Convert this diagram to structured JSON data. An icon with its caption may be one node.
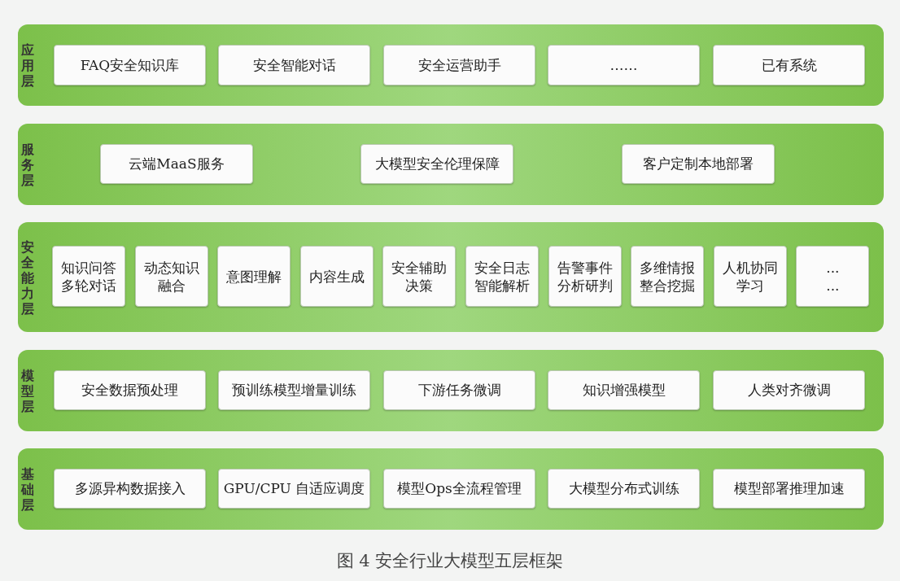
{
  "diagram": {
    "caption": "图 4 安全行业大模型五层框架",
    "nodes": [
      {
        "text": [
          "应用层"
        ]
      },
      {
        "text": [
          "FAQ安全知识库"
        ],
        "in": 0
      },
      {
        "text": [
          "安全智能对话"
        ],
        "in": 0
      },
      {
        "text": [
          "安全运营助手"
        ],
        "in": 0
      },
      {
        "text": [
          "……"
        ],
        "in": 0
      },
      {
        "text": [
          "已有系统"
        ],
        "in": 0
      },
      {
        "text": [
          "服务层"
        ]
      },
      {
        "text": [
          "云端MaaS服务"
        ],
        "in": 6
      },
      {
        "text": [
          "大模型安全伦理保障"
        ],
        "in": 6
      },
      {
        "text": [
          "客户定制本地部署"
        ],
        "in": 6
      },
      {
        "text": [
          "安全能力层"
        ]
      },
      {
        "text": [
          "知识问答多轮对话"
        ],
        "in": 10
      },
      {
        "text": [
          "动态知识融合"
        ],
        "in": 10
      },
      {
        "text": [
          "意图理解"
        ],
        "in": 10
      },
      {
        "text": [
          "内容生成"
        ],
        "in": 10
      },
      {
        "text": [
          "安全辅助决策"
        ],
        "in": 10
      },
      {
        "text": [
          "安全日志智能解析"
        ],
        "in": 10
      },
      {
        "text": [
          "告警事件分析研判"
        ],
        "in": 10
      },
      {
        "text": [
          "多维情报整合挖掘"
        ],
        "in": 10
      },
      {
        "text": [
          "人机协同学习"
        ],
        "in": 10
      },
      {
        "text": [
          "...",
          "..."
        ],
        "in": 10
      },
      {
        "text": [
          "模型层"
        ]
      },
      {
        "text": [
          "安全数据预处理"
        ],
        "in": 21
      },
      {
        "text": [
          "预训练模型增量训练"
        ],
        "in": 21
      },
      {
        "text": [
          "下游任务微调"
        ],
        "in": 21
      },
      {
        "text": [
          "知识增强模型"
        ],
        "in": 21
      },
      {
        "text": [
          "人类对齐微调"
        ],
        "in": 21
      },
      {
        "text": [
          "基础层"
        ]
      },
      {
        "text": [
          "多源异构数据接入"
        ],
        "in": 27
      },
      {
        "text": [
          "GPU/CPU 自适应调度"
        ],
        "in": 27
      },
      {
        "text": [
          "模型Ops全流程管理"
        ],
        "in": 27
      },
      {
        "text": [
          "大模型分布式训练"
        ],
        "in": 27
      },
      {
        "text": [
          "模型部署推理加速"
        ],
        "in": 27
      }
    ]
  }
}
